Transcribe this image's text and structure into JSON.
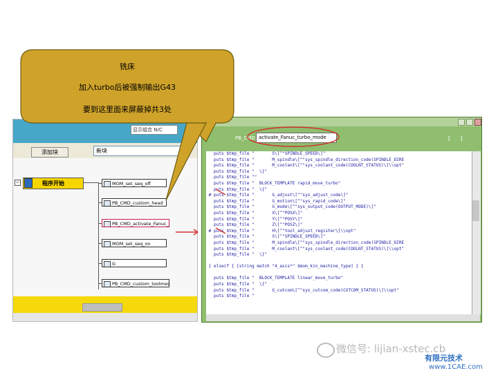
{
  "bubble": {
    "line1": "铣床",
    "line2": "加入turbo后被强制输出G43",
    "line3": "要到这里面来屏蔽掉共3处"
  },
  "left_panel": {
    "checkbox_label": "显示组合 N/C",
    "add_block_label": "添加块",
    "new_block_value": "新块",
    "start_node": "程序开始",
    "nodes": [
      "MOM_set_seq_off",
      "PB_CMD_custom_head",
      "PB_CMD_activate_Fanuc_...",
      "MOM_set_seq_on",
      "G",
      "PB_CMD_custom_toolmess..."
    ]
  },
  "right_panel": {
    "pb_cmd_label": "PB_CMD",
    "command_name": "activate_Fanuc_turbo_mode",
    "brackets": "[ ]",
    "code_lines": [
      "   puts $tmp_file \"       S\\[^\"SPINDLE_SPEED\\]\"",
      "   puts $tmp_file \"       M_spindle\\[^\"sys_spindle_direction_code(SPINDLE_DIRE",
      "   puts $tmp_file \"       M_coolant\\[^\"sys_coolant_code(COOLNT_STATUS)\\]\\\\opt\"",
      "   puts $tmp_file \"  \\}\"",
      "   puts $tmp_file \"\"",
      "   puts $tmp_file \"  BLOCK_TEMPLATE rapid_move_turbo\"",
      "   puts $tmp_file \"  \\{\"",
      " # puts $tmp_file \"       G_adjust\\[^\"sys_adjust_code\\]\"",
      "   puts $tmp_file \"       G_motion\\[^\"sys_rapid_code\\]\"",
      "   puts $tmp_file \"       G_mode\\[^\"sys_output_code(OUTPUT_MODE)\\]\"",
      "   puts $tmp_file \"       X\\[^\"POSX\\]\"",
      "   puts $tmp_file \"       Y\\[^\"POSY\\]\"",
      "   puts $tmp_file \"       Z\\[^\"POSZ\\]\"",
      " # puts $tmp_file \"       H\\[^\"tool_adjust_register\\]\\\\opt\"",
      "   puts $tmp_file \"       S\\[^\"SPINDLE_SPEED\\]\"",
      "   puts $tmp_file \"       M_spindle\\[^\"sys_spindle_direction_code(SPINDLE_DIRE",
      "   puts $tmp_file \"       M_coolant\\[^\"sys_coolant_code(COOLNT_STATUS)\\]\\\\opt\"",
      "   puts $tmp_file \"  \\}\"",
      "",
      " } elseif { [string match \"4_axis*\" $mom_kin_machine_type] } {",
      "",
      "   puts $tmp_file \"  BLOCK_TEMPLATE linear_move_turbo\"",
      "   puts $tmp_file \"  \\{\"",
      "   puts $tmp_file \"       G_cutcom\\[^\"sys_cutcom_code(CUTCOM_STATUS)\\]\\\\opt\"",
      "   puts $tmp_file \""
    ]
  },
  "watermark": {
    "text": "微信号: lijian-xstec.cb",
    "site1": "有限元技术",
    "site2": "www.1CAE.com"
  },
  "colors": {
    "bubble": "#cfa32a",
    "start_node": "#f7d600",
    "right_frame": "#8fbe6e",
    "annotation": "#d32f2f"
  }
}
